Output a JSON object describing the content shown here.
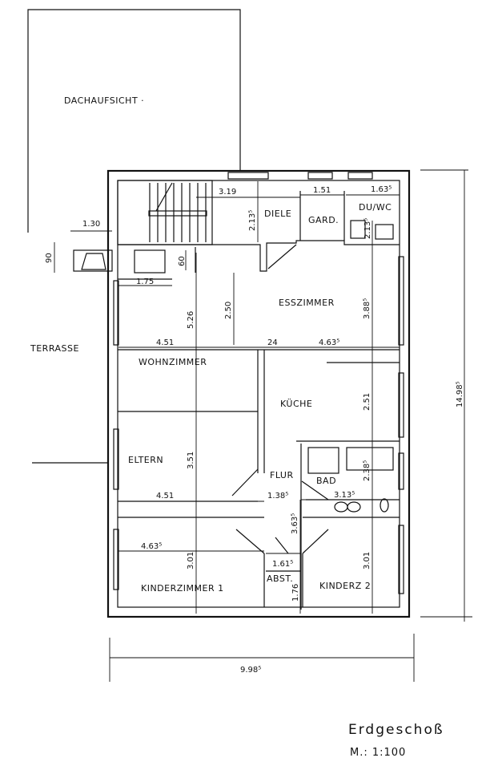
{
  "rooms": {
    "roof": "DACHAUFSICHT ·",
    "terrace": "TERRASSE",
    "diele": "DIELE",
    "gard": "GARD.",
    "duwc": "DU/WC",
    "esszimmer": "ESSZIMMER",
    "wohnzimmer": "WOHNZIMMER",
    "kueche": "KÜCHE",
    "eltern": "ELTERN",
    "flur": "FLUR",
    "bad": "BAD",
    "kinder1": "KINDERZIMMER 1",
    "abst": "ABST.",
    "kinder2": "KINDERZ 2"
  },
  "dims": {
    "d130": "1.30",
    "d90": "90",
    "d319": "3.19",
    "d151": "1.51",
    "d1635": "1.63⁵",
    "d2135a": "2.13⁵",
    "d2135b": "2.13⁵",
    "d60": "60",
    "d175": "1.75",
    "d526": "5.26",
    "d250": "2.50",
    "d3885": "3.88⁵",
    "d451a": "4.51",
    "d24": "24",
    "d4635a": "4.63⁵",
    "d251": "2.51",
    "d351": "3.51",
    "d2385": "2.38⁵",
    "d451b": "4.51",
    "d1385": "1.38⁵",
    "d3135": "3.13⁵",
    "d3635": "3.63⁵",
    "d4635b": "4.63⁵",
    "d301a": "3.01",
    "d1615": "1.61⁵",
    "d176": "1.76",
    "d301b": "3.01",
    "d14985": "14.98⁵",
    "d9985": "9.98⁵"
  },
  "title": {
    "floor": "Erdgeschoß",
    "scale": "M.: 1:100"
  }
}
